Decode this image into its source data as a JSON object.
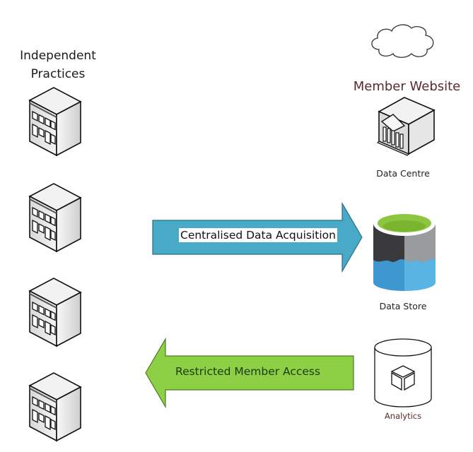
{
  "left_group": {
    "title_line1": "Independent",
    "title_line2": "Practices",
    "buildings": [
      {
        "icon": "office-building-icon"
      },
      {
        "icon": "office-building-icon"
      },
      {
        "icon": "office-building-icon"
      },
      {
        "icon": "office-building-icon"
      }
    ]
  },
  "right_group": {
    "cloud_icon": "cloud-icon",
    "title": "Member Website",
    "data_centre": {
      "label": "Data Centre",
      "icon": "data-centre-building-icon"
    },
    "data_store": {
      "label": "Data Store",
      "icon": "database-icon"
    },
    "analytics": {
      "label": "Analytics",
      "icon": "analytics-cube-icon"
    }
  },
  "arrows": {
    "acquisition": {
      "label": "Centralised Data Acquisition",
      "direction": "right",
      "color": "#48aac6"
    },
    "access": {
      "label": "Restricted Member Access",
      "direction": "left",
      "color": "#8dcf45"
    }
  },
  "colors": {
    "title_right": "#5a2a2a",
    "db_top": "#8cc63f",
    "db_dark": "#3a3a3c",
    "db_grey": "#9a9b9d",
    "db_blue_left": "#3f97d0",
    "db_blue_right": "#5ab4e3"
  }
}
